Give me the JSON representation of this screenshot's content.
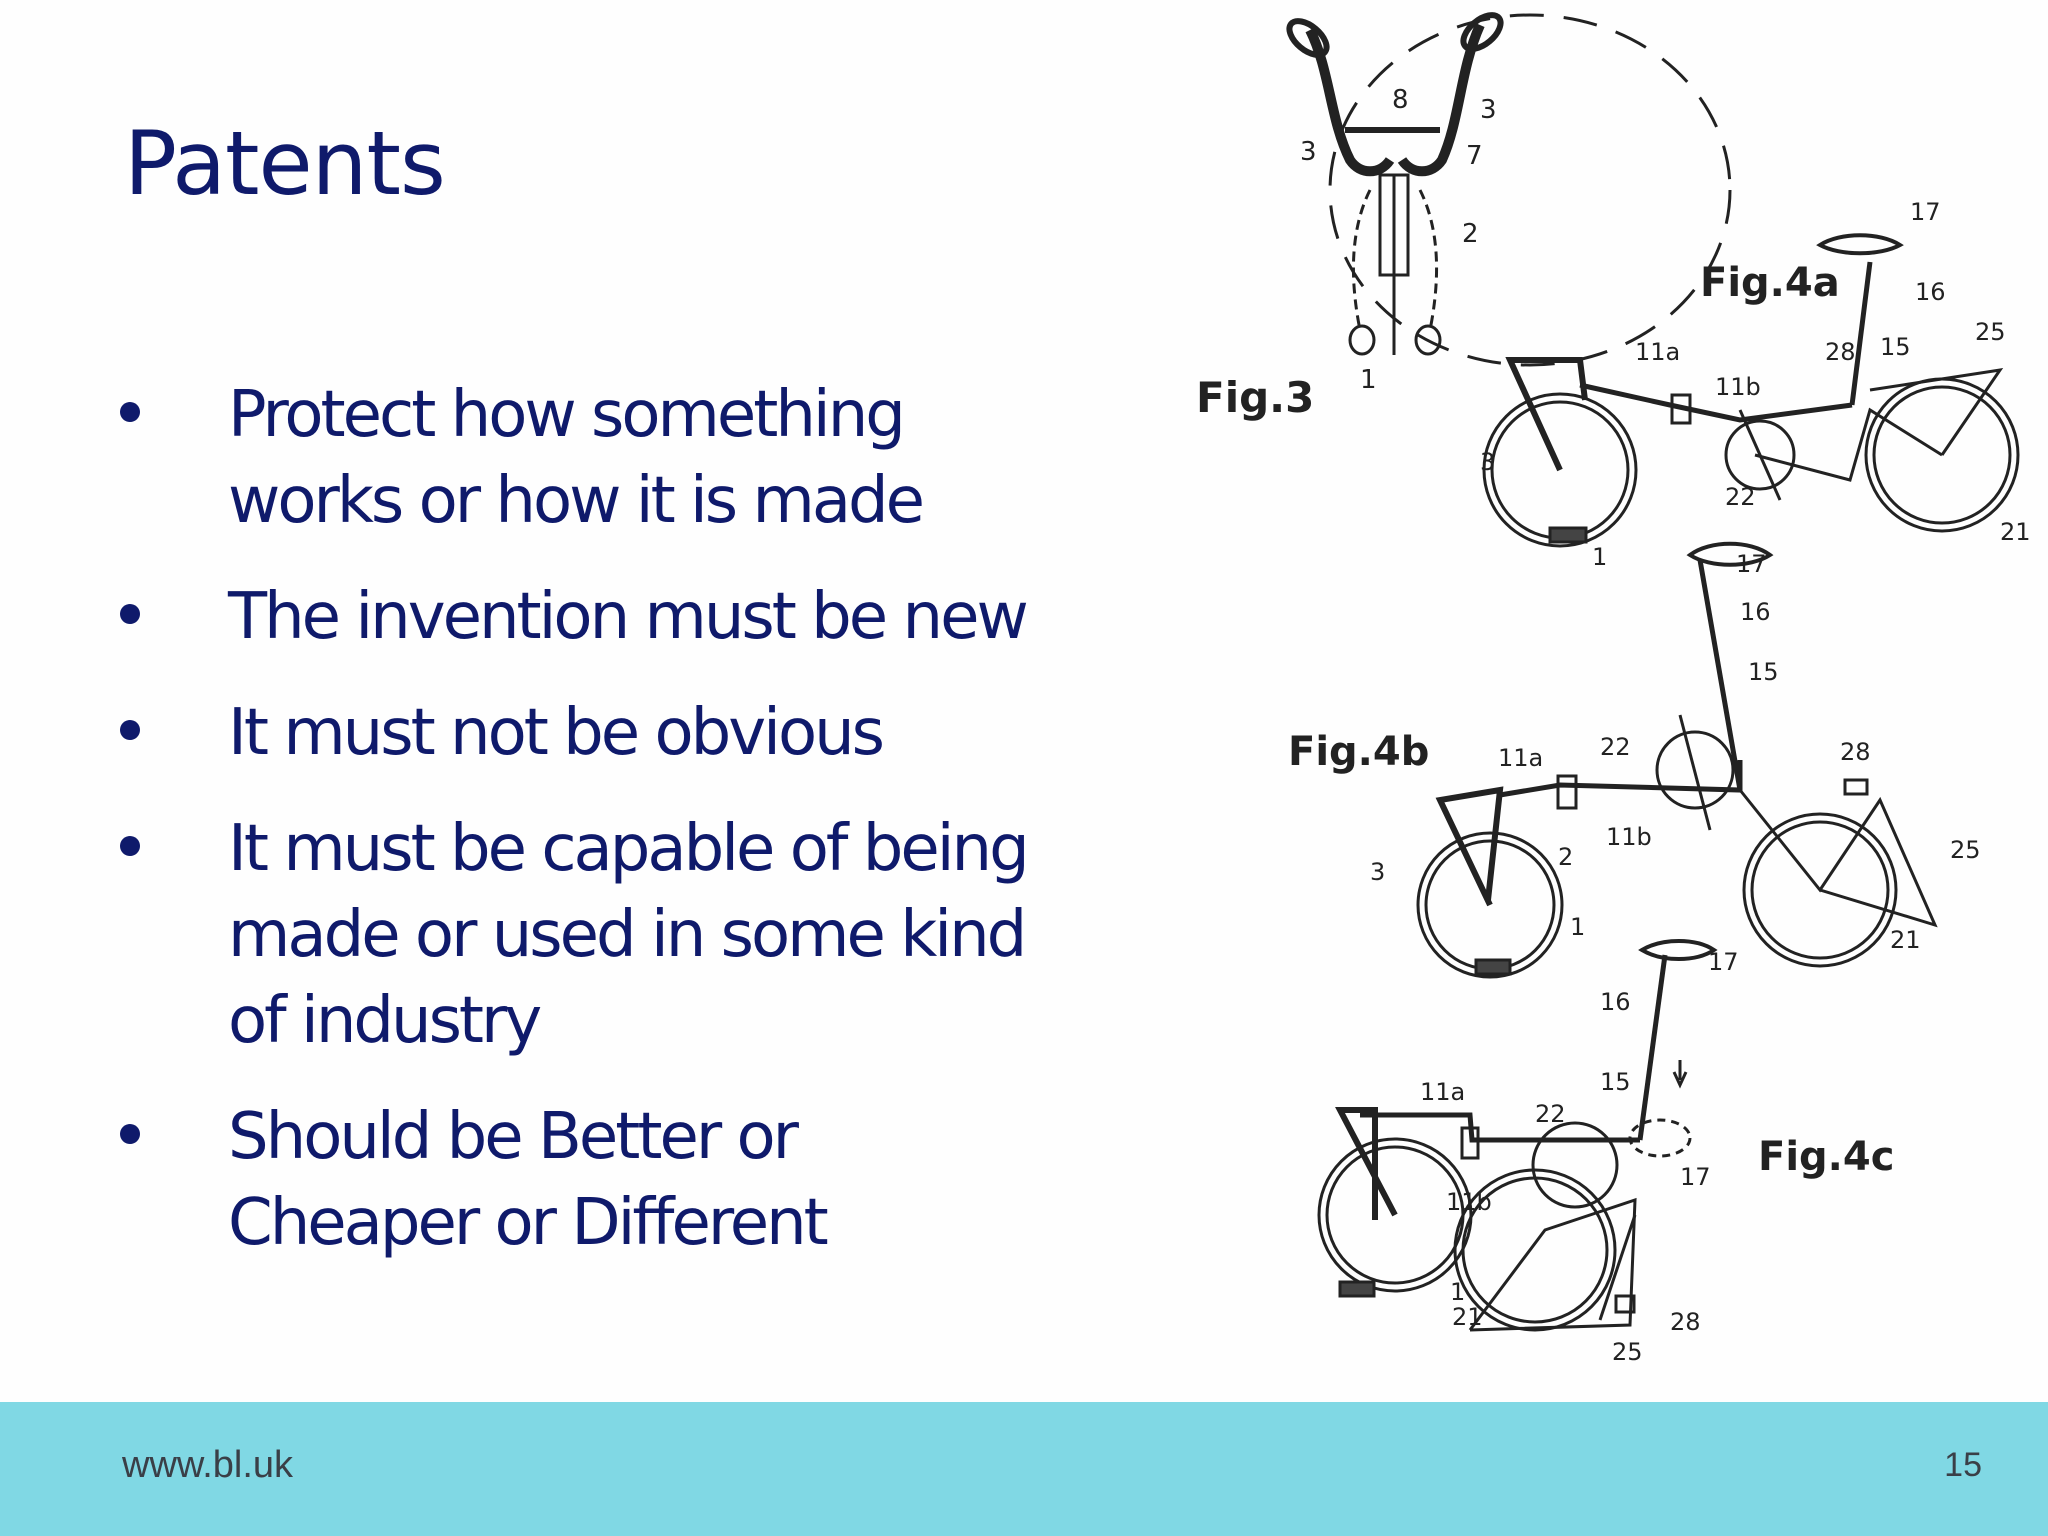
{
  "slide": {
    "title": "Patents",
    "bullets": [
      "Protect how something\nworks or how it is made",
      "The invention must be new",
      "It must not be obvious",
      "It must be capable of being\nmade or used in some kind\nof  industry",
      "Should be Better or\nCheaper or Different"
    ]
  },
  "figure": {
    "labels": {
      "fig3": "Fig.3",
      "fig4a": "Fig.4a",
      "fig4b": "Fig.4b",
      "fig4c": "Fig.4c"
    },
    "numbers": {
      "n1": "1",
      "n2": "2",
      "n3": "3",
      "n7": "7",
      "n8": "8",
      "n11a": "11a",
      "n11b": "11b",
      "n15": "15",
      "n16": "16",
      "n17": "17",
      "n21": "21",
      "n22": "22",
      "n25": "25",
      "n28": "28"
    }
  },
  "footer": {
    "url": "www.bl.uk",
    "page_number": "15"
  },
  "colors": {
    "title": "#0f1a6b",
    "footer_band": "#80d8e4",
    "footer_text": "#3a3f47",
    "drawing": "#222222"
  }
}
